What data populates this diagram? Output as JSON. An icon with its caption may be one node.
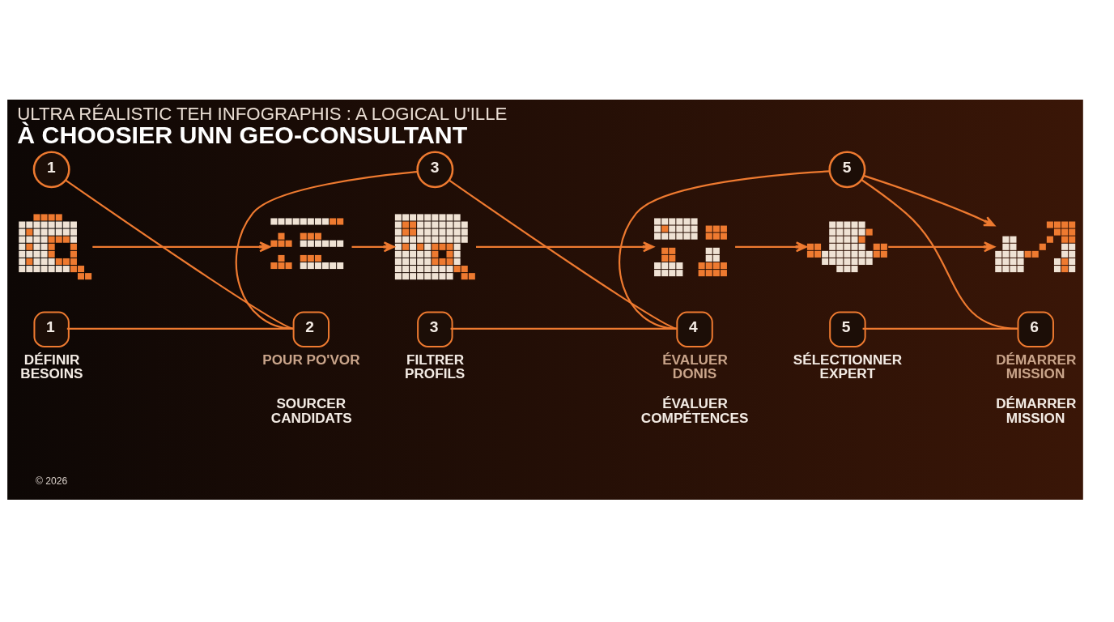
{
  "diagram": {
    "title": "ULTRA RÉALISTIC TEH INFOGRAPHIS : A LOGICAL U'ILLE À CHOOSIER UNN GEO-CONSULTANT",
    "nodes": [
      {
        "text": [
          "1"
        ]
      },
      {
        "text": [],
        "shape": "picture"
      },
      {
        "text": [
          "1",
          "DÉFINIR BESOINS"
        ]
      },
      {
        "text": [],
        "shape": "picture"
      },
      {
        "text": [
          "2",
          "POUR PO'VOR",
          "SOURCER CANDIDATS"
        ]
      },
      {
        "text": [
          "3"
        ]
      },
      {
        "text": [],
        "shape": "picture"
      },
      {
        "text": [
          "3",
          "FILTRER PROFILS"
        ]
      },
      {
        "text": [],
        "shape": "picture"
      },
      {
        "text": [
          "4",
          "ÉVALUER DONIS",
          "ÉVALUER COMPÉTENCES"
        ]
      },
      {
        "text": [
          "5"
        ]
      },
      {
        "text": [],
        "shape": "picture"
      },
      {
        "text": [
          "5",
          "SÉLECTIONNER EXPERT"
        ]
      },
      {
        "text": [],
        "shape": "picture"
      },
      {
        "text": [
          "6",
          "DÉMARRER MISSION",
          "DÉMARRER MISSION"
        ]
      }
    ],
    "edges": [
      {
        "from": 1,
        "to": 3,
        "arrow": "to"
      },
      {
        "from": 3,
        "to": 6,
        "arrow": "to"
      },
      {
        "from": 6,
        "to": 8,
        "arrow": "to"
      },
      {
        "from": 8,
        "to": 11,
        "arrow": "to"
      },
      {
        "from": 11,
        "to": 13,
        "arrow": "to"
      },
      {
        "from": 0,
        "to": 4,
        "arrow": "none"
      },
      {
        "from": 2,
        "to": 4,
        "arrow": "none"
      },
      {
        "from": 4,
        "to": 5,
        "arrow": "none"
      },
      {
        "from": 5,
        "to": 9,
        "arrow": "none"
      },
      {
        "from": 7,
        "to": 9,
        "arrow": "none"
      },
      {
        "from": 9,
        "to": 10,
        "arrow": "none"
      },
      {
        "from": 10,
        "to": 14,
        "arrow": "none"
      },
      {
        "from": 12,
        "to": 14,
        "arrow": "none"
      },
      {
        "from": 10,
        "to": 13,
        "arrow": "to"
      }
    ],
    "labels": [
      "© 2026"
    ]
  }
}
